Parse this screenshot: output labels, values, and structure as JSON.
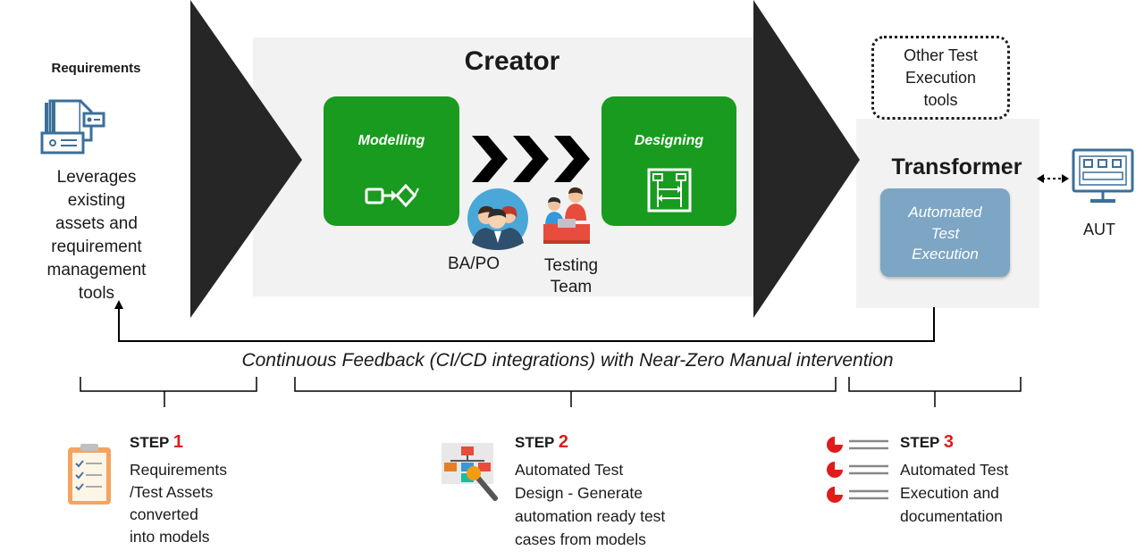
{
  "requirements": {
    "title": "Requirements",
    "lines": [
      "Leverages",
      "existing",
      "assets and",
      "requirement",
      "management",
      "tools"
    ]
  },
  "creator": {
    "title": "Creator",
    "modelling_label": "Modelling",
    "designing_label": "Designing",
    "ba_po_label": "BA/PO",
    "testing_team_lines": [
      "Testing",
      "Team"
    ]
  },
  "other_tools": {
    "lines": [
      "Other Test",
      "Execution",
      "tools"
    ]
  },
  "transformer": {
    "title": "Transformer",
    "box_lines": [
      "Automated",
      "Test",
      "Execution"
    ]
  },
  "aut": {
    "label": "AUT"
  },
  "feedback": "Continuous Feedback (CI/CD integrations) with Near-Zero Manual intervention",
  "steps": [
    {
      "word": "STEP",
      "number": "1",
      "lines": [
        "Requirements",
        "/Test Assets",
        "converted",
        "into models"
      ]
    },
    {
      "word": "STEP",
      "number": "2",
      "lines": [
        "Automated Test",
        "Design  - Generate",
        "automation ready test",
        "cases from models"
      ]
    },
    {
      "word": "STEP",
      "number": "3",
      "lines": [
        "Automated Test",
        "Execution and",
        "documentation"
      ]
    }
  ],
  "colors": {
    "green": "#199b1f",
    "chevron": "#262626",
    "panel": "#f2f2f2",
    "automation_box": "#7ca6c4",
    "step_number": "#e01b1b"
  }
}
